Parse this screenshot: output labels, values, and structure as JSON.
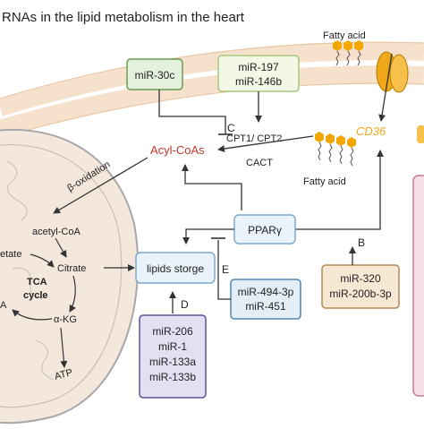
{
  "title": "RNAs in the  lipid metabolism in the heart",
  "labels": {
    "fatty_acid_top": "Fatty acid",
    "fatty_acid_mid": "Fatty acid",
    "cd36": "CD36",
    "acyl_coas": "Acyl-CoAs",
    "cpt": "CPT1/ CPT2",
    "cact": "CACT",
    "pparg": "PPARγ",
    "lipids_storge": "lipids storge",
    "beta_oxidation": "β-oxidation",
    "acetyl_coa": "acetyl-CoA",
    "acetate": "etate",
    "citrate": "Citrate",
    "tca": "TCA",
    "cycle": "cycle",
    "oaa_fragment": "A",
    "akg": "α-KG",
    "atp": "ATP",
    "letter_b": "B",
    "letter_c": "C",
    "letter_d": "D",
    "letter_e": "E"
  },
  "mirna_boxes": {
    "mir30c": [
      "miR-30c"
    ],
    "mir197_146b": [
      "miR-197",
      "miR-146b"
    ],
    "mir494_451": [
      "miR-494-3p",
      "miR-451"
    ],
    "mir320_200b": [
      "miR-320",
      "miR-200b-3p"
    ],
    "mir206_group": [
      "miR-206",
      "miR-1",
      "miR-133a",
      "miR-133b"
    ]
  },
  "colors": {
    "membrane": "#f6e2cc",
    "membrane_line": "#e9c7a4",
    "acyl_red": "#c0392b",
    "cd36_orange": "#f0a818",
    "lipid_gold": "#f2a600",
    "green_box_fill": "#e4f1dc",
    "green_box_stroke": "#6a9c55",
    "lightgreen_box_fill": "#f2f7e6",
    "lightgreen_box_stroke": "#a8c77c",
    "blue_box_fill": "#e3eef6",
    "blue_box_stroke": "#4e86b5",
    "tan_box_fill": "#f7e8d4",
    "tan_box_stroke": "#b48a53",
    "purple_box_fill": "#e3e0f3",
    "purple_box_stroke": "#5a529c",
    "pparg_fill": "#eaf3fb",
    "pparg_stroke": "#7ea8cc",
    "mito_fill": "#f4e7dc",
    "mito_stroke": "#a8a8a8",
    "pink_panel": "#f7dfe6",
    "pink_panel_stroke": "#c97b93"
  }
}
